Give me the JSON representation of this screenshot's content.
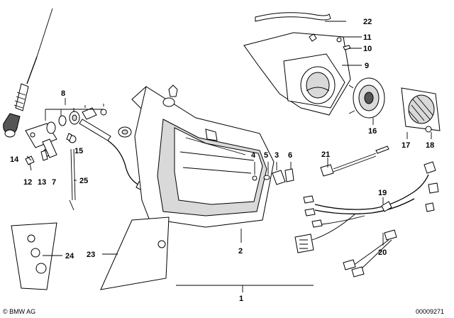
{
  "diagram": {
    "callouts": {
      "c1": "1",
      "c2": "2",
      "c3": "3",
      "c4": "4",
      "c5": "5",
      "c6": "6",
      "c7": "7",
      "c8": "8",
      "c9": "9",
      "c10": "10",
      "c11": "11",
      "c12": "12",
      "c13": "13",
      "c14": "14",
      "c15": "15",
      "c16": "16",
      "c17": "17",
      "c18": "18",
      "c19": "19",
      "c20": "20",
      "c21": "21",
      "c22": "22",
      "c23": "23",
      "c24": "24",
      "c25": "25"
    },
    "footer": {
      "brand": "© BMW AG",
      "image_number": "00009271"
    }
  }
}
